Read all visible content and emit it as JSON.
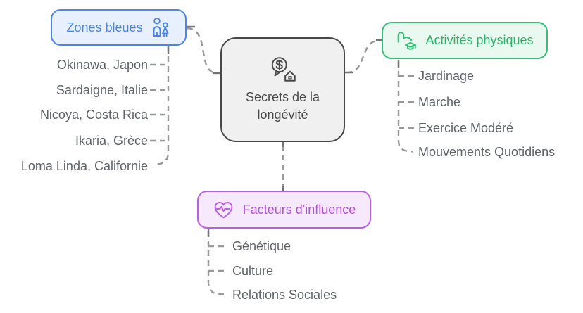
{
  "diagram": {
    "type": "mindmap",
    "connector_style": "dashed",
    "connector_color": "#98999B",
    "background": "#FFFFFF"
  },
  "center": {
    "label": "Secrets de la longévité",
    "icon": "money-house-icon",
    "color": "#4A4A4A",
    "border_color": "#474747",
    "background": "#F0F0F0"
  },
  "branches": [
    {
      "label": "Zones bleues",
      "icon": "family-icon",
      "color": "#4A86E8",
      "background": "#E8F0FE",
      "items": [
        "Okinawa, Japon",
        "Sardaigne, Italie",
        "Nicoya, Costa Rica",
        "Ikaria, Grèce",
        "Loma Linda, Californie"
      ]
    },
    {
      "label": "Activités physiques",
      "icon": "flexed-arm-icon",
      "color": "#38BD78",
      "background": "#E9F9F0",
      "items": [
        "Jardinage",
        "Marche",
        "Exercice Modéré",
        "Mouvements Quotidiens"
      ]
    },
    {
      "label": "Facteurs d'influence",
      "icon": "heart-pulse-icon",
      "color": "#B860E3",
      "background": "#F7E9FC",
      "items": [
        "Génétique",
        "Culture",
        "Relations Sociales"
      ]
    }
  ],
  "leaf_text_color": "#5F6368"
}
